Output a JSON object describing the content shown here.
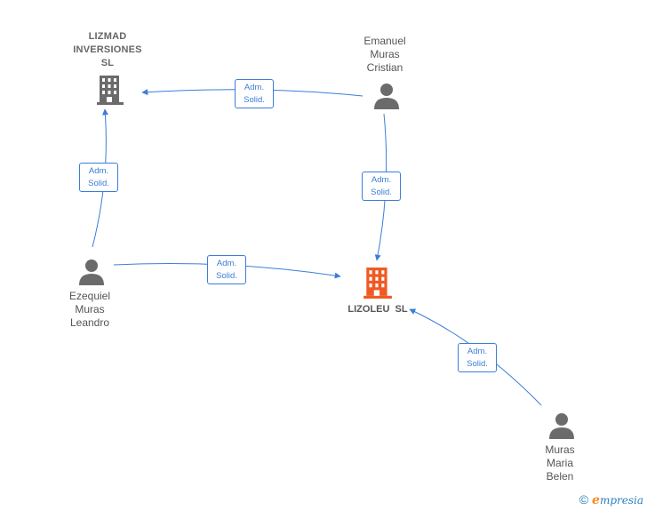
{
  "nodes": {
    "lizmad": {
      "label": "LIZMAD\nINVERSIONES\nSL",
      "type": "company",
      "color": "#6b6b6b"
    },
    "emanuel": {
      "label": "Emanuel\nMuras\nCristian",
      "type": "person",
      "color": "#6b6b6b"
    },
    "ezequiel": {
      "label": "Ezequiel\nMuras\nLeandro",
      "type": "person",
      "color": "#6b6b6b"
    },
    "lizoleu": {
      "label": "LIZOLEU  SL",
      "type": "company",
      "color": "#f05a22"
    },
    "muras_maria": {
      "label": "Muras\nMaria\nBelen",
      "type": "person",
      "color": "#6b6b6b"
    }
  },
  "edges": [
    {
      "id": "emanuel-lizmad",
      "from": "Emanuel Muras Cristian",
      "to": "LIZMAD INVERSIONES SL",
      "label_line1": "Adm.",
      "label_line2": "Solid."
    },
    {
      "id": "ezequiel-lizmad",
      "from": "Ezequiel Muras Leandro",
      "to": "LIZMAD INVERSIONES SL",
      "label_line1": "Adm.",
      "label_line2": "Solid."
    },
    {
      "id": "emanuel-lizoleu",
      "from": "Emanuel Muras Cristian",
      "to": "LIZOLEU SL",
      "label_line1": "Adm.",
      "label_line2": "Solid."
    },
    {
      "id": "ezequiel-lizoleu",
      "from": "Ezequiel Muras Leandro",
      "to": "LIZOLEU SL",
      "label_line1": "Adm.",
      "label_line2": "Solid."
    },
    {
      "id": "maria-lizoleu",
      "from": "Muras Maria Belen",
      "to": "LIZOLEU SL",
      "label_line1": "Adm.",
      "label_line2": "Solid."
    }
  ],
  "colors": {
    "edge": "#3b7dd8",
    "person_icon": "#6b6b6b",
    "company_icon": "#6b6b6b",
    "main_company_icon": "#f05a22"
  },
  "footer": {
    "copyright_symbol": "©",
    "brand_initial": "e",
    "brand_rest": "mpresia"
  }
}
